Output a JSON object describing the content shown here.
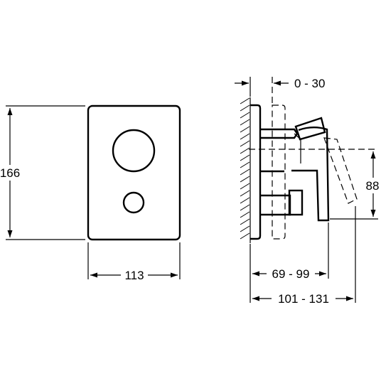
{
  "front_view": {
    "height_label": "166",
    "width_label": "113"
  },
  "side_view": {
    "adjust_label": "0 - 30",
    "height_label": "88",
    "depth_label": "69 - 99",
    "total_depth_label": "101 - 131"
  }
}
